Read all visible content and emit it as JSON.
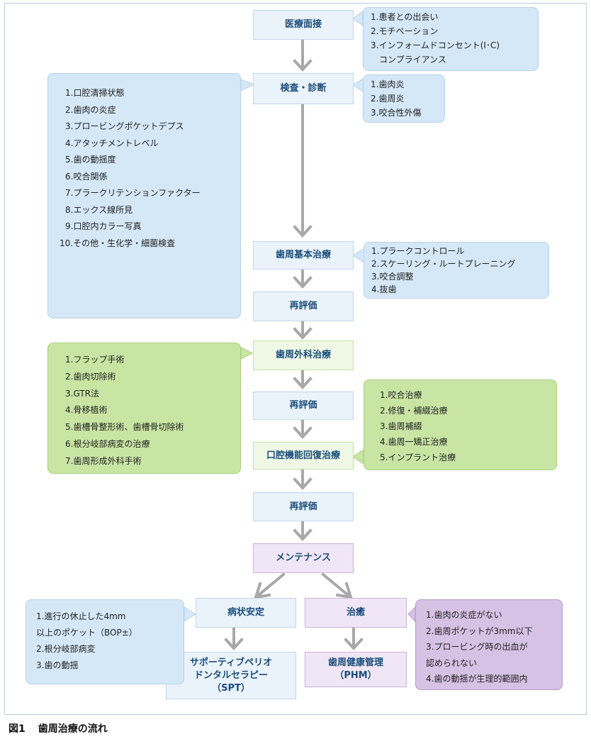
{
  "flow": {
    "interview": "医療面接",
    "exam": "検査・診断",
    "initial": "歯周基本治療",
    "reeval1": "再評価",
    "surgery": "歯周外科治療",
    "reeval2": "再評価",
    "oral_rehab": "口腔機能回復治療",
    "reeval3": "再評価",
    "maintenance": "メンテナンス",
    "stable": "病状安定",
    "treatment": "治癒",
    "spt": [
      "サポーティブペリオ",
      "ドンタルセラピー",
      "（SPT）"
    ],
    "phm": [
      "歯周健康管理",
      "（PHM）"
    ]
  },
  "notes": {
    "interview": [
      "1.患者との出会い",
      "2.モチベーション",
      "3.インフォームドコンセント(I･C)",
      "　コンプライアンス"
    ],
    "diagnosis": [
      "1.歯肉炎",
      "2.歯周炎",
      "3.咬合性外傷"
    ],
    "exam_items": [
      "1.口腔清掃状態",
      "2.歯肉の炎症",
      "3.プロービングポケットデプス",
      "4.アタッチメントレベル",
      "5.歯の動揺度",
      "6.咬合関係",
      "7.プラークリテンションファクター",
      "8.エックス線所見",
      "9.口腔内カラー写真",
      "10.その他・生化学・細菌検査"
    ],
    "initial_items": [
      "1.プラークコントロール",
      "2.スケーリング・ルートプレーニング",
      "3.咬合調整",
      "4.抜歯"
    ],
    "surgery_items": [
      "1.フラップ手術",
      "2.歯肉切除術",
      "3.GTR法",
      "4.骨移植術",
      "5.歯槽骨整形術、歯槽骨切除術",
      "6.根分岐部病変の治療",
      "7.歯周形成外科手術"
    ],
    "rehab_items": [
      "1.咬合治療",
      "2.修復・補綴治療",
      "3.歯周補綴",
      "4.歯周一矯正治療",
      "5.インプラント治療"
    ],
    "stable_items": [
      "1.進行の休止した4mm",
      "以上のポケット（BOP±）",
      "2.根分岐部病変",
      "3.歯の動揺"
    ],
    "treatment_items": [
      "1.歯肉の炎症がない",
      "2.歯周ポケットが3mm以下",
      "3.プロービング時の出血が",
      "認められない",
      "4.歯の動揺が生理的範囲内"
    ]
  },
  "caption": {
    "label": "図1",
    "text": "歯周治療の流れ"
  },
  "colors": {
    "arrow": "#a8a8a8",
    "text_blue": "#1a4d7a",
    "note_blue": "#d5e8f7",
    "note_green": "#c9e5a4",
    "note_purple": "#d6c2e4"
  }
}
